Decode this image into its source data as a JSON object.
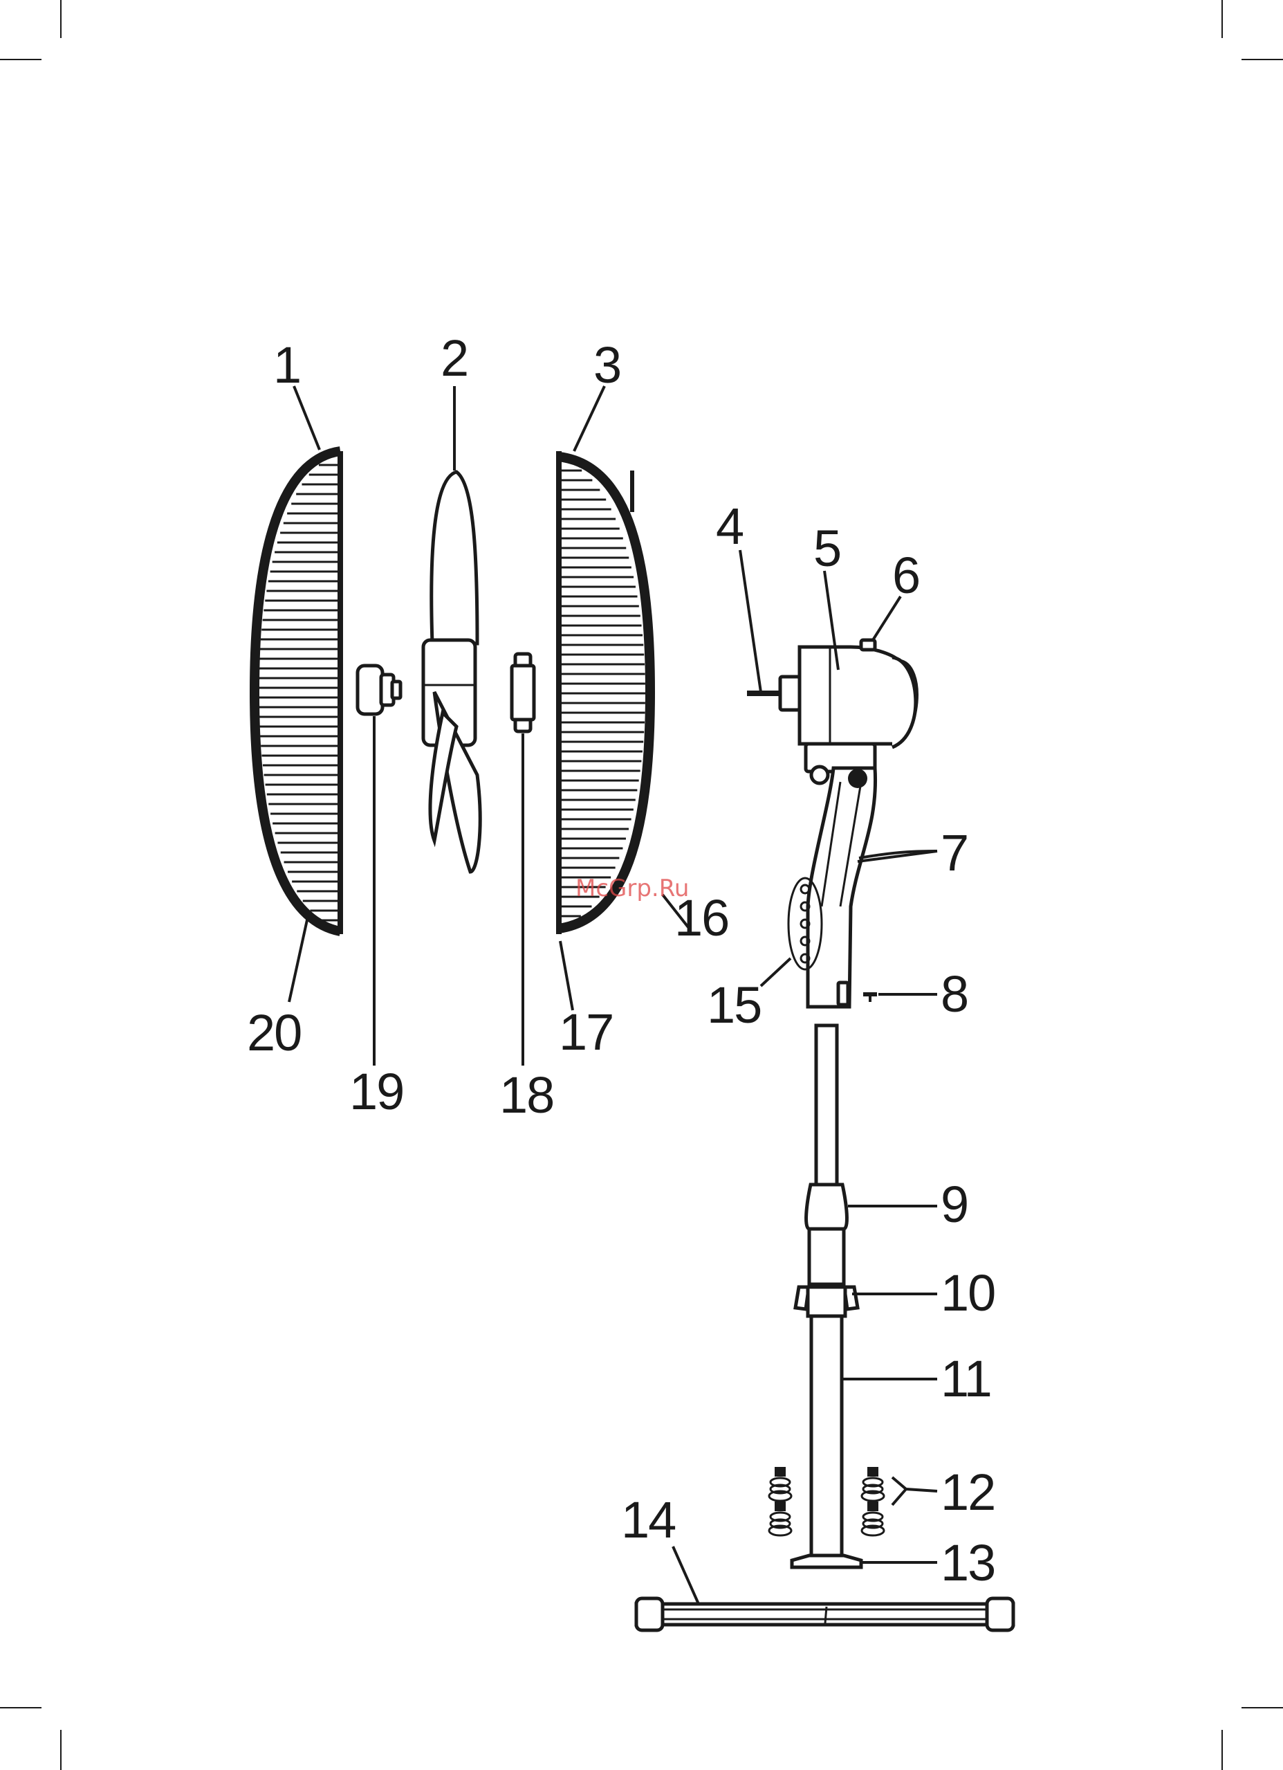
{
  "watermark": "McGrp.Ru",
  "colors": {
    "ink": "#1a1a1a",
    "watermark": "#e04848",
    "background": "#ffffff"
  },
  "parts": [
    {
      "id": "1",
      "label": "1"
    },
    {
      "id": "2",
      "label": "2"
    },
    {
      "id": "3",
      "label": "3"
    },
    {
      "id": "4",
      "label": "4"
    },
    {
      "id": "5",
      "label": "5"
    },
    {
      "id": "6",
      "label": "6"
    },
    {
      "id": "7",
      "label": "7"
    },
    {
      "id": "8",
      "label": "8"
    },
    {
      "id": "9",
      "label": "9"
    },
    {
      "id": "10",
      "label": "10"
    },
    {
      "id": "11",
      "label": "11"
    },
    {
      "id": "12",
      "label": "12"
    },
    {
      "id": "13",
      "label": "13"
    },
    {
      "id": "14",
      "label": "14"
    },
    {
      "id": "15",
      "label": "15"
    },
    {
      "id": "16",
      "label": "16"
    },
    {
      "id": "17",
      "label": "17"
    },
    {
      "id": "18",
      "label": "18"
    },
    {
      "id": "19",
      "label": "19"
    },
    {
      "id": "20",
      "label": "20"
    }
  ]
}
